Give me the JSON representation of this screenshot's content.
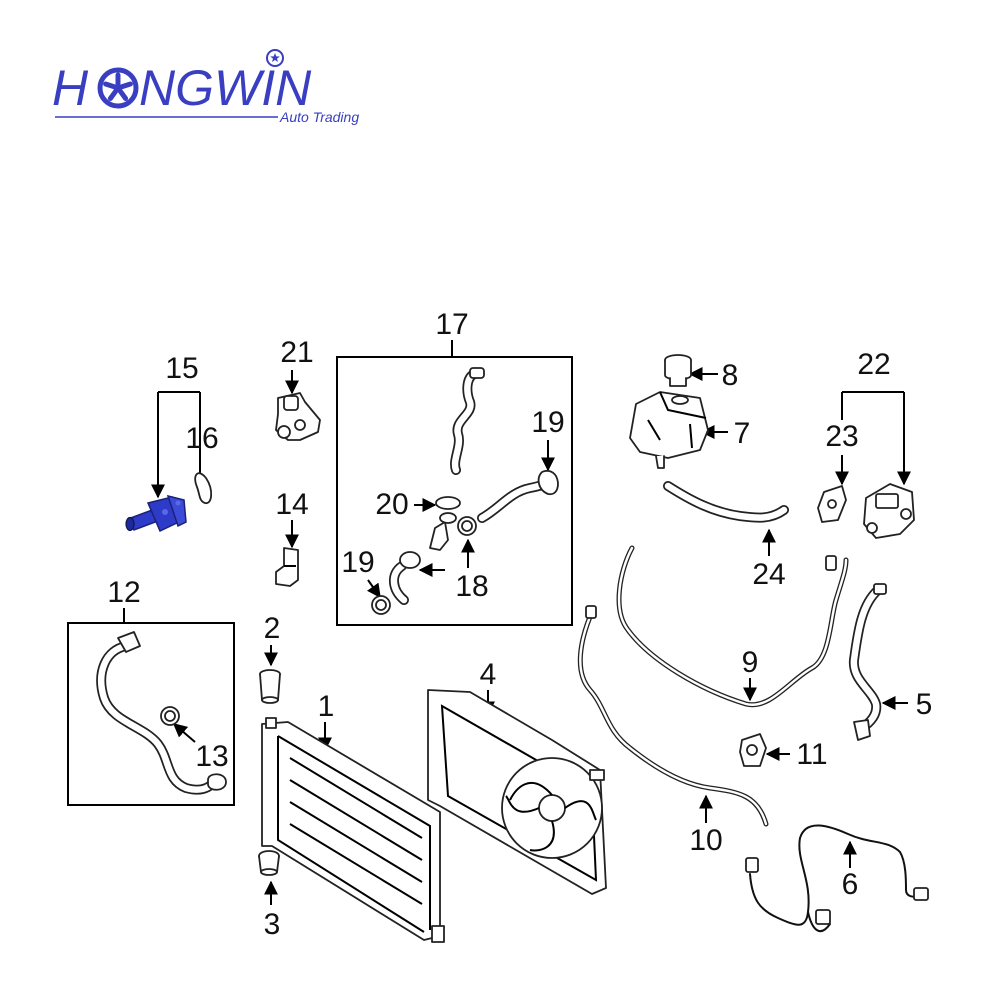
{
  "logo": {
    "brand_prefix": "H",
    "brand_suffix": "NGWIN",
    "tagline": "Auto Trading",
    "brand_color": "#3a3fc2",
    "wheel_icon": "wheel-icon"
  },
  "diagram": {
    "highlight_color": "#2d3bc8",
    "labels": {
      "p1": "1",
      "p2": "2",
      "p3": "3",
      "p4": "4",
      "p5": "5",
      "p6": "6",
      "p7": "7",
      "p8": "8",
      "p9": "9",
      "p10": "10",
      "p11": "11",
      "p12": "12",
      "p13": "13",
      "p14": "14",
      "p15": "15",
      "p16": "16",
      "p17": "17",
      "p18": "18",
      "p19a": "19",
      "p19b": "19",
      "p20": "20",
      "p21": "21",
      "p22": "22",
      "p23": "23",
      "p24": "24"
    }
  }
}
